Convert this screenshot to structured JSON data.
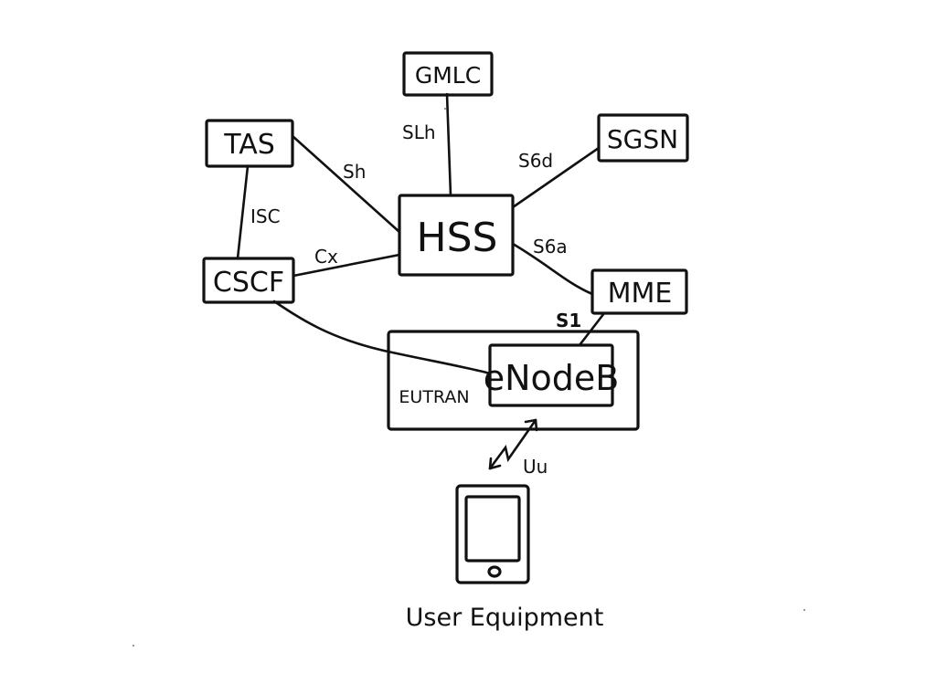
{
  "diagram": {
    "title": "",
    "nodes": {
      "gmlc": "GMLC",
      "tas": "TAS",
      "sgsn": "SGSN",
      "hss": "HSS",
      "cscf": "CSCF",
      "mme": "MME",
      "enodeb": "eNodeB",
      "eutran": "EUTRAN",
      "ue": "User Equipment"
    },
    "edges": [
      {
        "from": "gmlc",
        "to": "hss",
        "label": "SLh"
      },
      {
        "from": "tas",
        "to": "hss",
        "label": "Sh"
      },
      {
        "from": "sgsn",
        "to": "hss",
        "label": "S6d"
      },
      {
        "from": "tas",
        "to": "cscf",
        "label": "ISC"
      },
      {
        "from": "cscf",
        "to": "hss",
        "label": "Cx"
      },
      {
        "from": "hss",
        "to": "mme",
        "label": "S6a"
      },
      {
        "from": "mme",
        "to": "enodeb",
        "label": "S1"
      },
      {
        "from": "cscf",
        "to": "enodeb",
        "label": ""
      },
      {
        "from": "enodeb",
        "to": "ue",
        "label": "Uu"
      }
    ],
    "groups": [
      {
        "id": "eutran",
        "label": "EUTRAN",
        "contains": [
          "enodeb"
        ]
      }
    ],
    "device_icon": "tablet-phone-icon"
  }
}
